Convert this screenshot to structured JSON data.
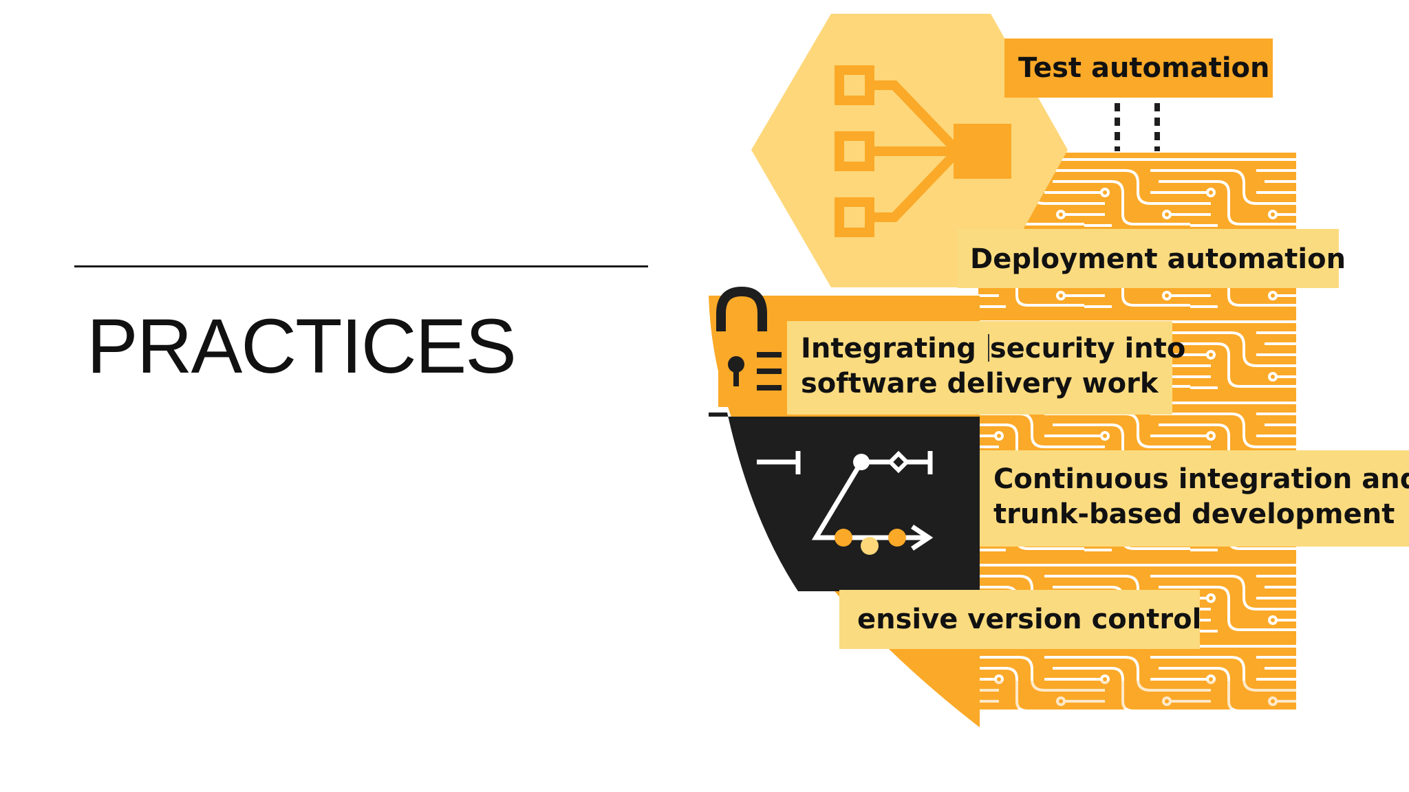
{
  "slide": {
    "title": "PRACTICES"
  },
  "diagram": {
    "labels": {
      "test_automation": "Test automation",
      "deployment_automation": "Deployment automation",
      "security_line1_a": "Integrating ",
      "security_line1_b": "security into",
      "security_line2": "software delivery work",
      "ci_line1": "Continuous integration and",
      "ci_line2": "trunk-based development",
      "version_control": "ensive version control"
    },
    "colors": {
      "orange": "#FBA928",
      "light_yellow": "#FDD77A",
      "label_bg": "#FBDB80",
      "dark": "#1E1E1E",
      "white": "#FFFFFF"
    },
    "icons": [
      "hierarchy-icon",
      "padlock-icon",
      "git-branch-icon",
      "circuit-pattern"
    ]
  }
}
